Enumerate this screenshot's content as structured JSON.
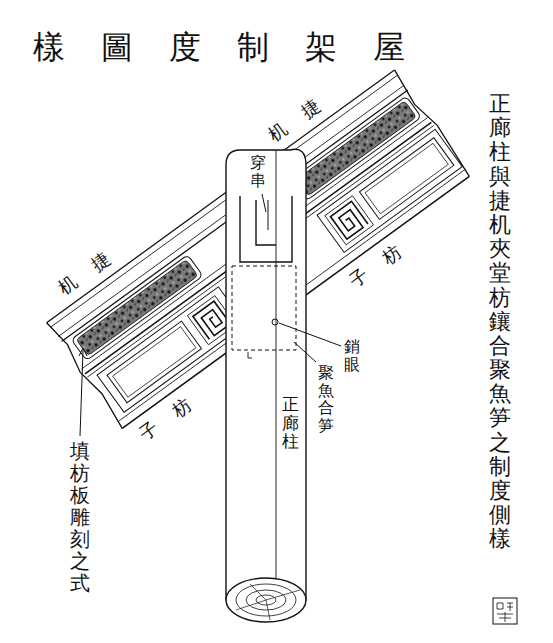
{
  "diagram": {
    "title": "屋架制度圖樣",
    "labels": [
      "正廊柱與捷机夾堂枋鑲合聚魚笋之制度側樣",
      "捷机",
      "捷机",
      "穿串",
      "枋子",
      "枋子",
      "銷眼",
      "聚魚合笋",
      "正廊柱",
      "填枋板雕刻之式"
    ]
  }
}
